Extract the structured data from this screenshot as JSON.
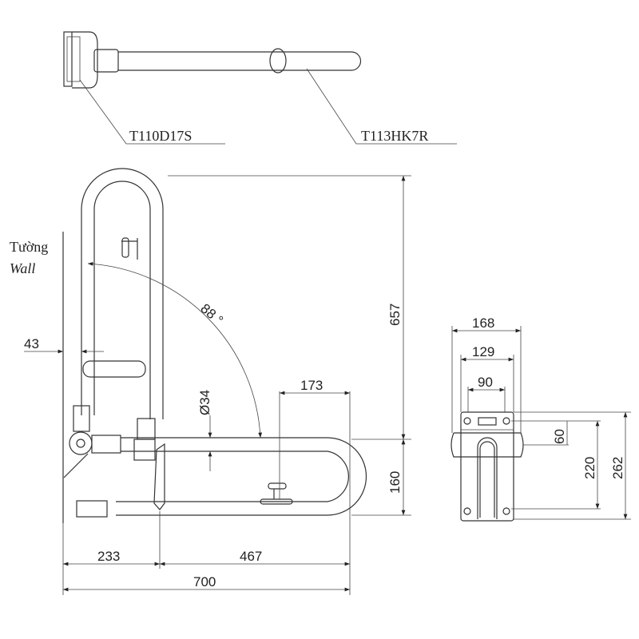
{
  "part_labels": {
    "bracket": "T110D17S",
    "bar": "T113HK7R"
  },
  "wall_label": {
    "vi": "Tường",
    "en": "Wall"
  },
  "angle": "88 °",
  "diameter": "Ø34",
  "front_dims": {
    "wall_offset": "43",
    "height": "657",
    "lower": "160",
    "handle": "173",
    "left": "233",
    "right": "467",
    "total": "700"
  },
  "side_dims": {
    "outer_width": "168",
    "mid_width": "129",
    "hole_spacing": "90",
    "offset": "60",
    "hole_height": "220",
    "plate_height": "262"
  }
}
